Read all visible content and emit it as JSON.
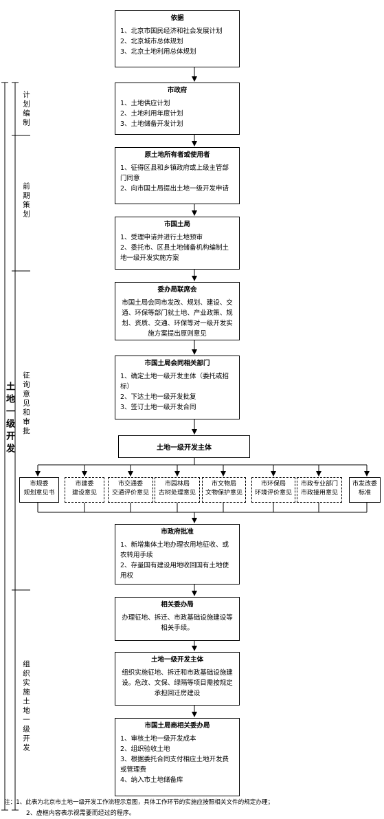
{
  "flow": {
    "basis": {
      "title": "依据",
      "items": [
        "1、北京市国民经济和社会发展计划",
        "2、北京城市总体规划",
        "3、北京土地利用总体规划"
      ]
    },
    "gov": {
      "title": "市政府",
      "items": [
        "1、土地供应计划",
        "2、土地利用年度计划",
        "3、土地储备开发计划"
      ]
    },
    "owner": {
      "title": "原土地所有者或使用者",
      "items": [
        "1、征得区县和乡镇政府或上级主管部门同意",
        "2、向市国土局提出土地一级开发申请"
      ]
    },
    "bureau": {
      "title": "市国土局",
      "items": [
        "1、受理申请并进行土地预审",
        "2、委托市、区县土地储备机构编制土地一级开发实施方案"
      ]
    },
    "joint": {
      "title": "委办局联席会",
      "text": "市国土局会同市发改、规划、建设、交通、环保等部门就土地、产业政策、规划、资质、交通、环保等对一级开发实施方案提出原则意见"
    },
    "related": {
      "title": "市国土局会同相关部门",
      "items": [
        "1、确定土地一级开发主体（委托或招标）",
        "2、下达土地一级开发批复",
        "3、签订土地一级开发合同"
      ]
    },
    "entity": "土地一级开发主体",
    "departments": [
      {
        "l1": "市规委",
        "l2": "规划意见书",
        "dashed": false
      },
      {
        "l1": "市建委",
        "l2": "建设意见",
        "dashed": true
      },
      {
        "l1": "市交通委",
        "l2": "交通评价意见",
        "dashed": true
      },
      {
        "l1": "市园林局",
        "l2": "古树处理意见",
        "dashed": true
      },
      {
        "l1": "市文物局",
        "l2": "文物保护意见",
        "dashed": true
      },
      {
        "l1": "市环保局",
        "l2": "环境评价意见",
        "dashed": true
      },
      {
        "l1": "市政专业部门",
        "l2": "市政接用意见",
        "dashed": true
      },
      {
        "l1": "市发改委",
        "l2": "标准",
        "dashed": false
      }
    ],
    "approval": {
      "title": "市政府批准",
      "items": [
        "1、新增集体土地办理农用地征收、或农转用手续",
        "2、存量国有建设用地收回国有土地使用权"
      ]
    },
    "agencies": {
      "title": "相关委办局",
      "text": "办理征地、拆迁、市政基础设施建设等相关手续。"
    },
    "developer": {
      "title": "土地一级开发主体",
      "text": "组织实施征地、拆迁和市政基础设施建设。危改、文保、绿隔等项目需按规定承担回迁房建设"
    },
    "final": {
      "title": "市国土局商相关委办局",
      "items": [
        "1、审核土地一级开发成本",
        "2、组织验收土地",
        "3、根据委托合同支付相应土地开发费或管理费",
        "4、纳入市土地储备库"
      ]
    }
  },
  "stages": {
    "overall": "土地一级开发",
    "plan": "计划编制",
    "prep": "前期策划",
    "consult": "征询意见和审批",
    "implement": "组织实施土地一级开发"
  },
  "notes": {
    "line1": "注：1、此表为北京市土地一级开发工作流程示意图，具体工作环节的实施应按照相关文件的规定办理；",
    "line2": "2、虚框内容表示视需要而经过的程序。"
  }
}
